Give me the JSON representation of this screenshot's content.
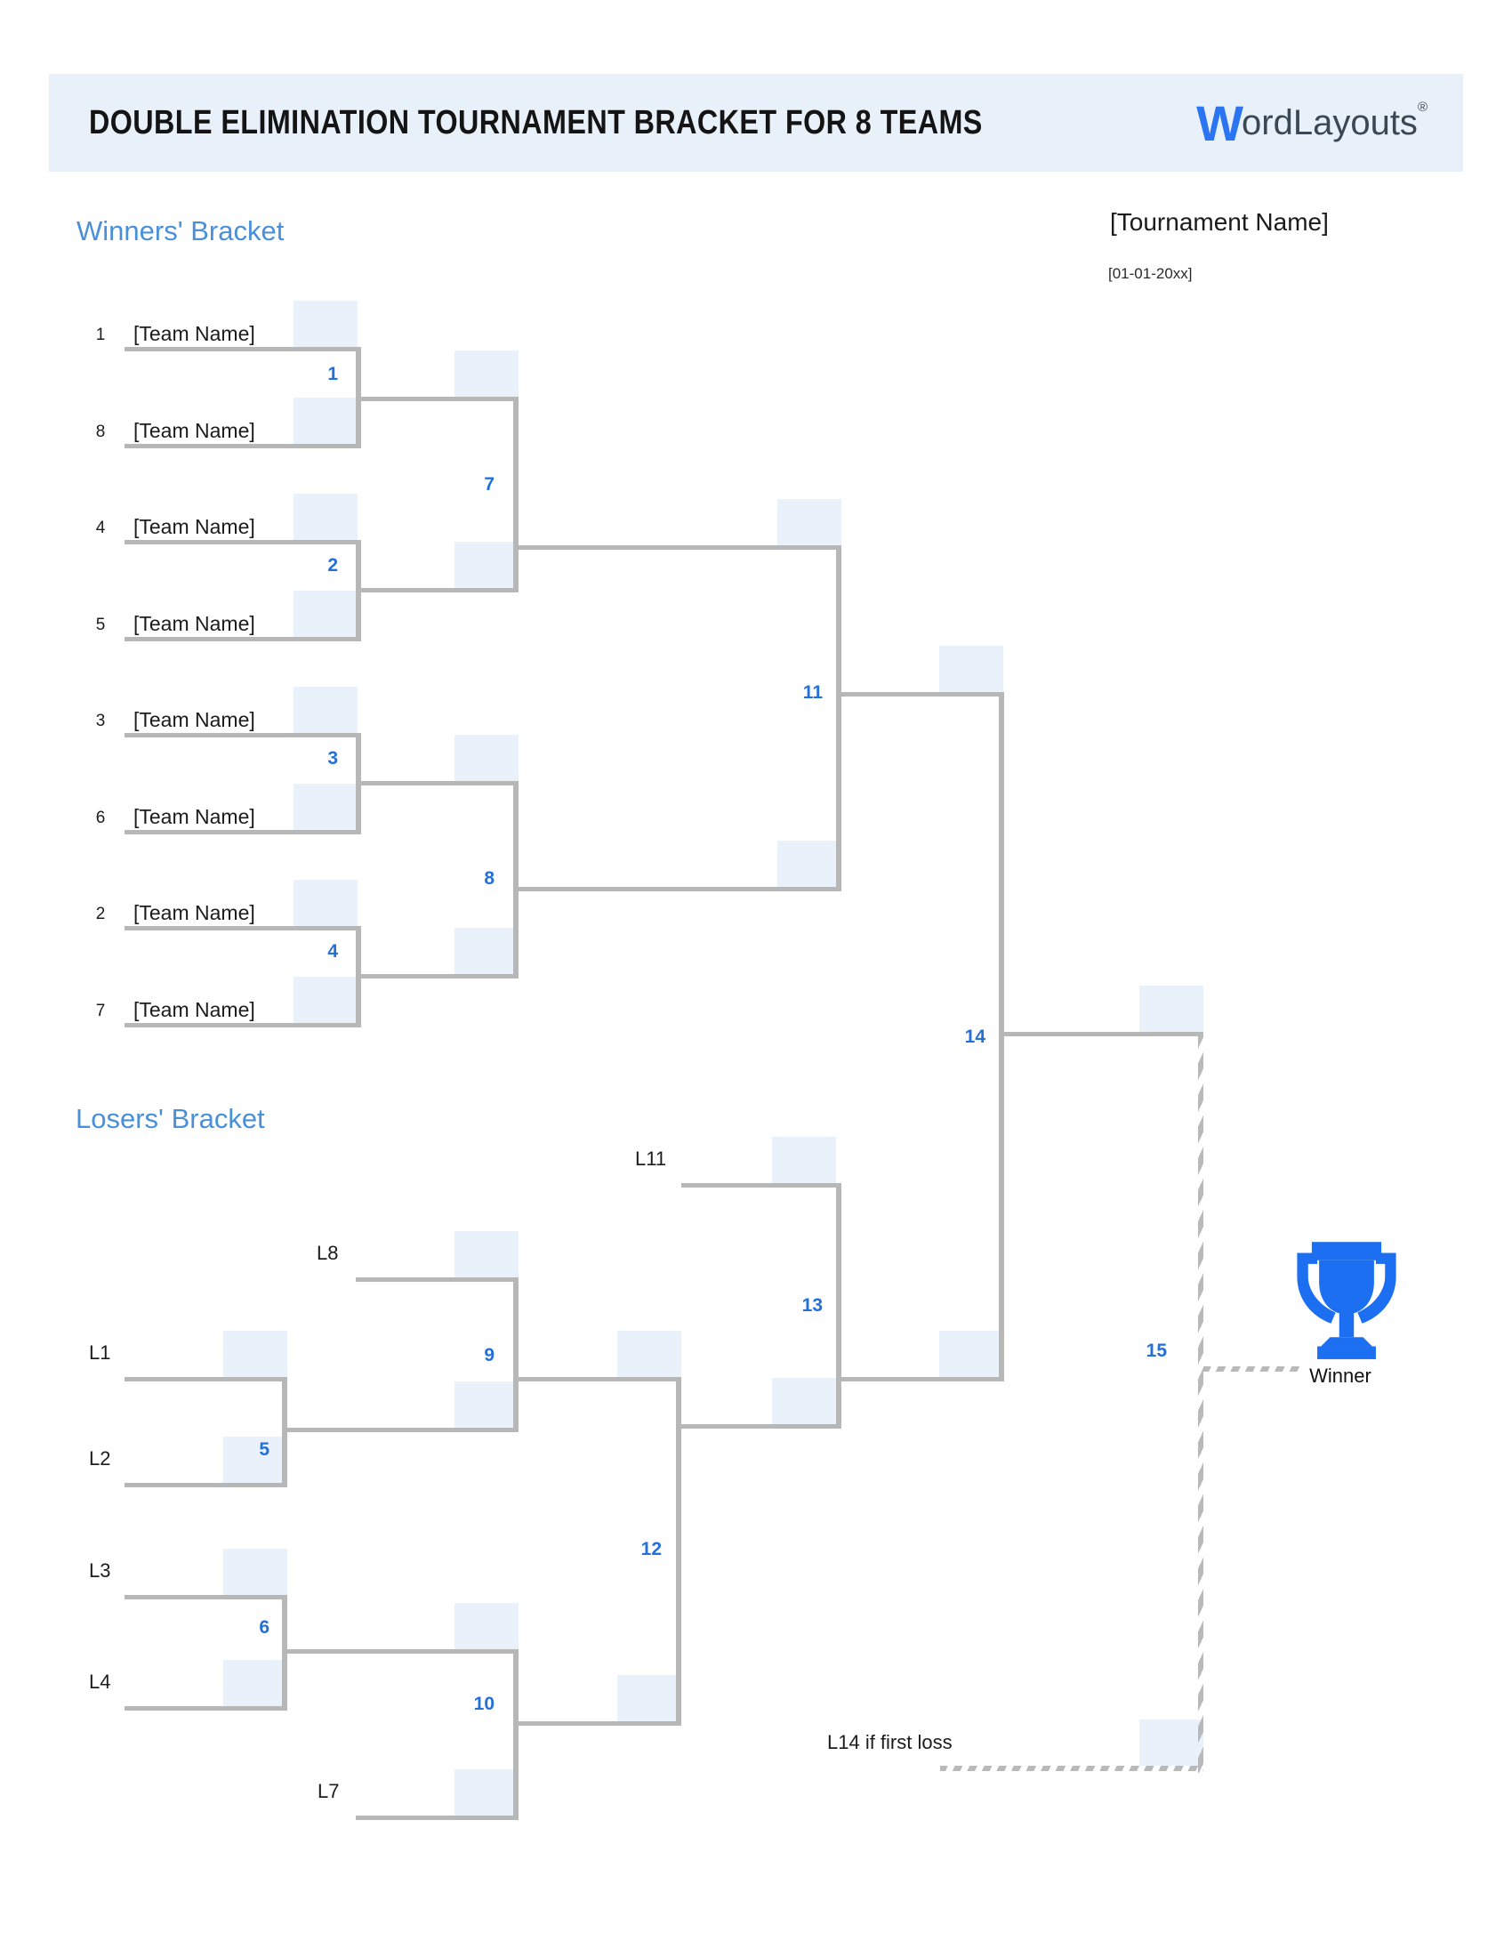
{
  "header": {
    "title": "DOUBLE ELIMINATION TOURNAMENT BRACKET FOR 8 TEAMS",
    "logo_w": "W",
    "logo_rest": "ordLayouts",
    "logo_reg": "®"
  },
  "meta": {
    "tournament_name": "[Tournament Name]",
    "date": "[01-01-20xx]"
  },
  "sections": {
    "winners": "Winners' Bracket",
    "losers": "Losers' Bracket"
  },
  "winners_teams": [
    {
      "seed": "1",
      "name": "[Team Name]"
    },
    {
      "seed": "8",
      "name": "[Team Name]"
    },
    {
      "seed": "4",
      "name": "[Team Name]"
    },
    {
      "seed": "5",
      "name": "[Team Name]"
    },
    {
      "seed": "3",
      "name": "[Team Name]"
    },
    {
      "seed": "6",
      "name": "[Team Name]"
    },
    {
      "seed": "2",
      "name": "[Team Name]"
    },
    {
      "seed": "7",
      "name": "[Team Name]"
    }
  ],
  "losers_slots": {
    "l1": "L1",
    "l2": "L2",
    "l3": "L3",
    "l4": "L4",
    "l7": "L7",
    "l8": "L8",
    "l11": "L11"
  },
  "matches": {
    "m1": "1",
    "m2": "2",
    "m3": "3",
    "m4": "4",
    "m5": "5",
    "m6": "6",
    "m7": "7",
    "m8": "8",
    "m9": "9",
    "m10": "10",
    "m11": "11",
    "m12": "12",
    "m13": "13",
    "m14": "14",
    "m15": "15"
  },
  "notes": {
    "l14_note": "L14 if first loss",
    "winner_label": "Winner"
  },
  "colors": {
    "band_blue": "#e8f1fa",
    "score_box_blue": "#e9f2fb",
    "line_gray": "#b7b7b7",
    "heading_blue": "#4a90d9",
    "match_number_blue": "#2470d8",
    "trophy_blue": "#1d6ff2",
    "logo_blue": "#2b74f2",
    "logo_dark": "#3b4754"
  }
}
